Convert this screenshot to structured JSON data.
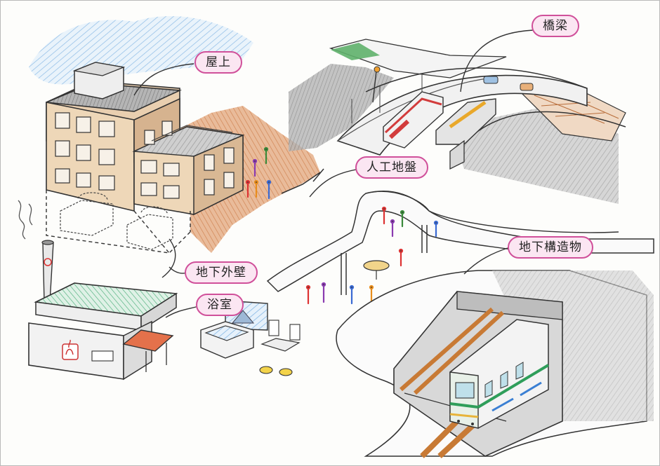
{
  "illustration": {
    "labels": {
      "rooftop": "屋上",
      "bridge": "橋梁",
      "artificial_ground": "人工地盤",
      "underground_wall": "地下外壁",
      "bathroom": "浴室",
      "underground_structure": "地下構造物"
    }
  }
}
